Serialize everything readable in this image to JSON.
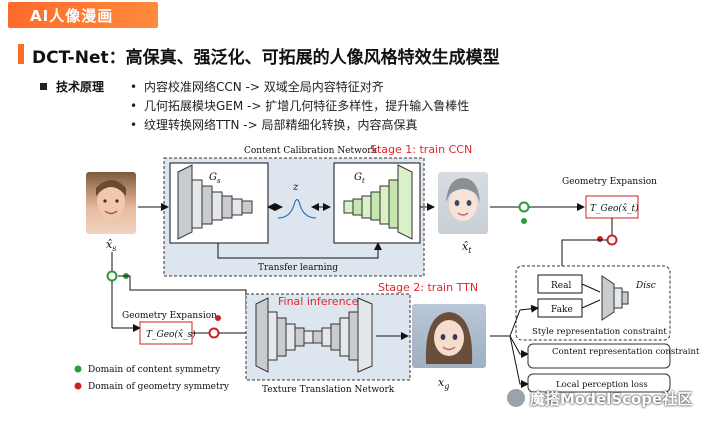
{
  "banner": {
    "text": "AI人像漫画"
  },
  "slide": {
    "title": "DCT-Net：高保真、强泛化、可拓展的人像风格特效生成模型",
    "principle_label": "技术原理",
    "bullets": [
      "内容校准网络CCN -> 双域全局内容特征对齐",
      "几何拓展模块GEM -> 扩增几何特征多样性，提升输入鲁棒性",
      "纹理转换网络TTN -> 局部精细化转换，内容高保真"
    ]
  },
  "diagram": {
    "ccn_title": "Content Calibration Network",
    "stage1": "Stage 1: train CCN",
    "stage2": "Stage 2: train TTN",
    "final_inference": "Final inference",
    "gs": "G",
    "gs_sub": "s",
    "gt": "G",
    "gt_sub": "t",
    "z": "z",
    "transfer_learning": "Transfer learning",
    "xs_label": "x̂",
    "xs_sub": "s",
    "xt_label": "x̂",
    "xt_sub": "t",
    "xg_label": "x",
    "xg_sub": "g",
    "geo_exp_top": "Geometry Expansion",
    "geo_exp_left": "Geometry Expansion",
    "tgeo_top": "T_Geo(x̂_t)",
    "tgeo_left": "T_Geo(x̂_s)",
    "ttn_label": "Texture Translation Network",
    "real": "Real",
    "fake": "Fake",
    "disc": "Disc",
    "style_constraint": "Style representation constraint",
    "content_constraint": "Content representation constraint",
    "local_loss": "Local perception loss",
    "legend_green": "Domain of content symmetry",
    "legend_red": "Domain of geometry symmetry"
  },
  "watermark": "魔搭ModelScope社区",
  "colors": {
    "accent": "#ff6a2b",
    "red": "#e0262b",
    "green": "#2e9b3a",
    "ccn_bg": "#dde6ef"
  }
}
